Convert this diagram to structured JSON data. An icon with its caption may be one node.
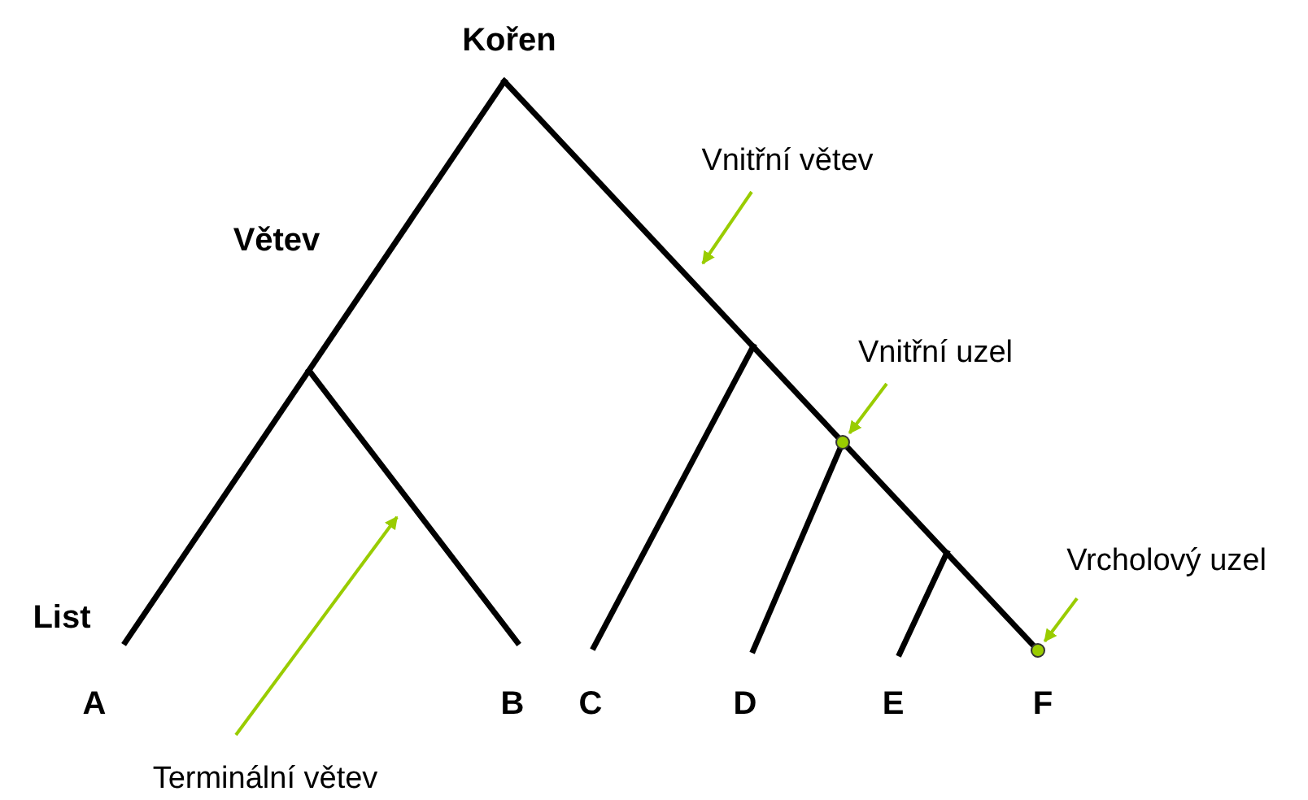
{
  "diagram": {
    "nodes": [
      {
        "text": [
          "Vnitřní větev"
        ]
      },
      {
        "text": [
          "Vnitřní uzel"
        ]
      },
      {
        "text": [],
        "shape": "circle"
      },
      {
        "text": [
          "Vrcholový uzel"
        ]
      },
      {
        "text": [],
        "shape": "circle"
      },
      {
        "text": [
          "Terminální větev"
        ]
      }
    ],
    "edges": [
      {
        "from": 0,
        "to": null,
        "arrow": "to"
      },
      {
        "from": 1,
        "to": 2,
        "arrow": "to"
      },
      {
        "from": 3,
        "to": 4,
        "arrow": "to"
      },
      {
        "from": 5,
        "to": null,
        "arrow": "to"
      }
    ],
    "labels": [
      "Kořen",
      "Větev",
      "List",
      "A",
      "B",
      "C",
      "D",
      "E",
      "F"
    ]
  }
}
